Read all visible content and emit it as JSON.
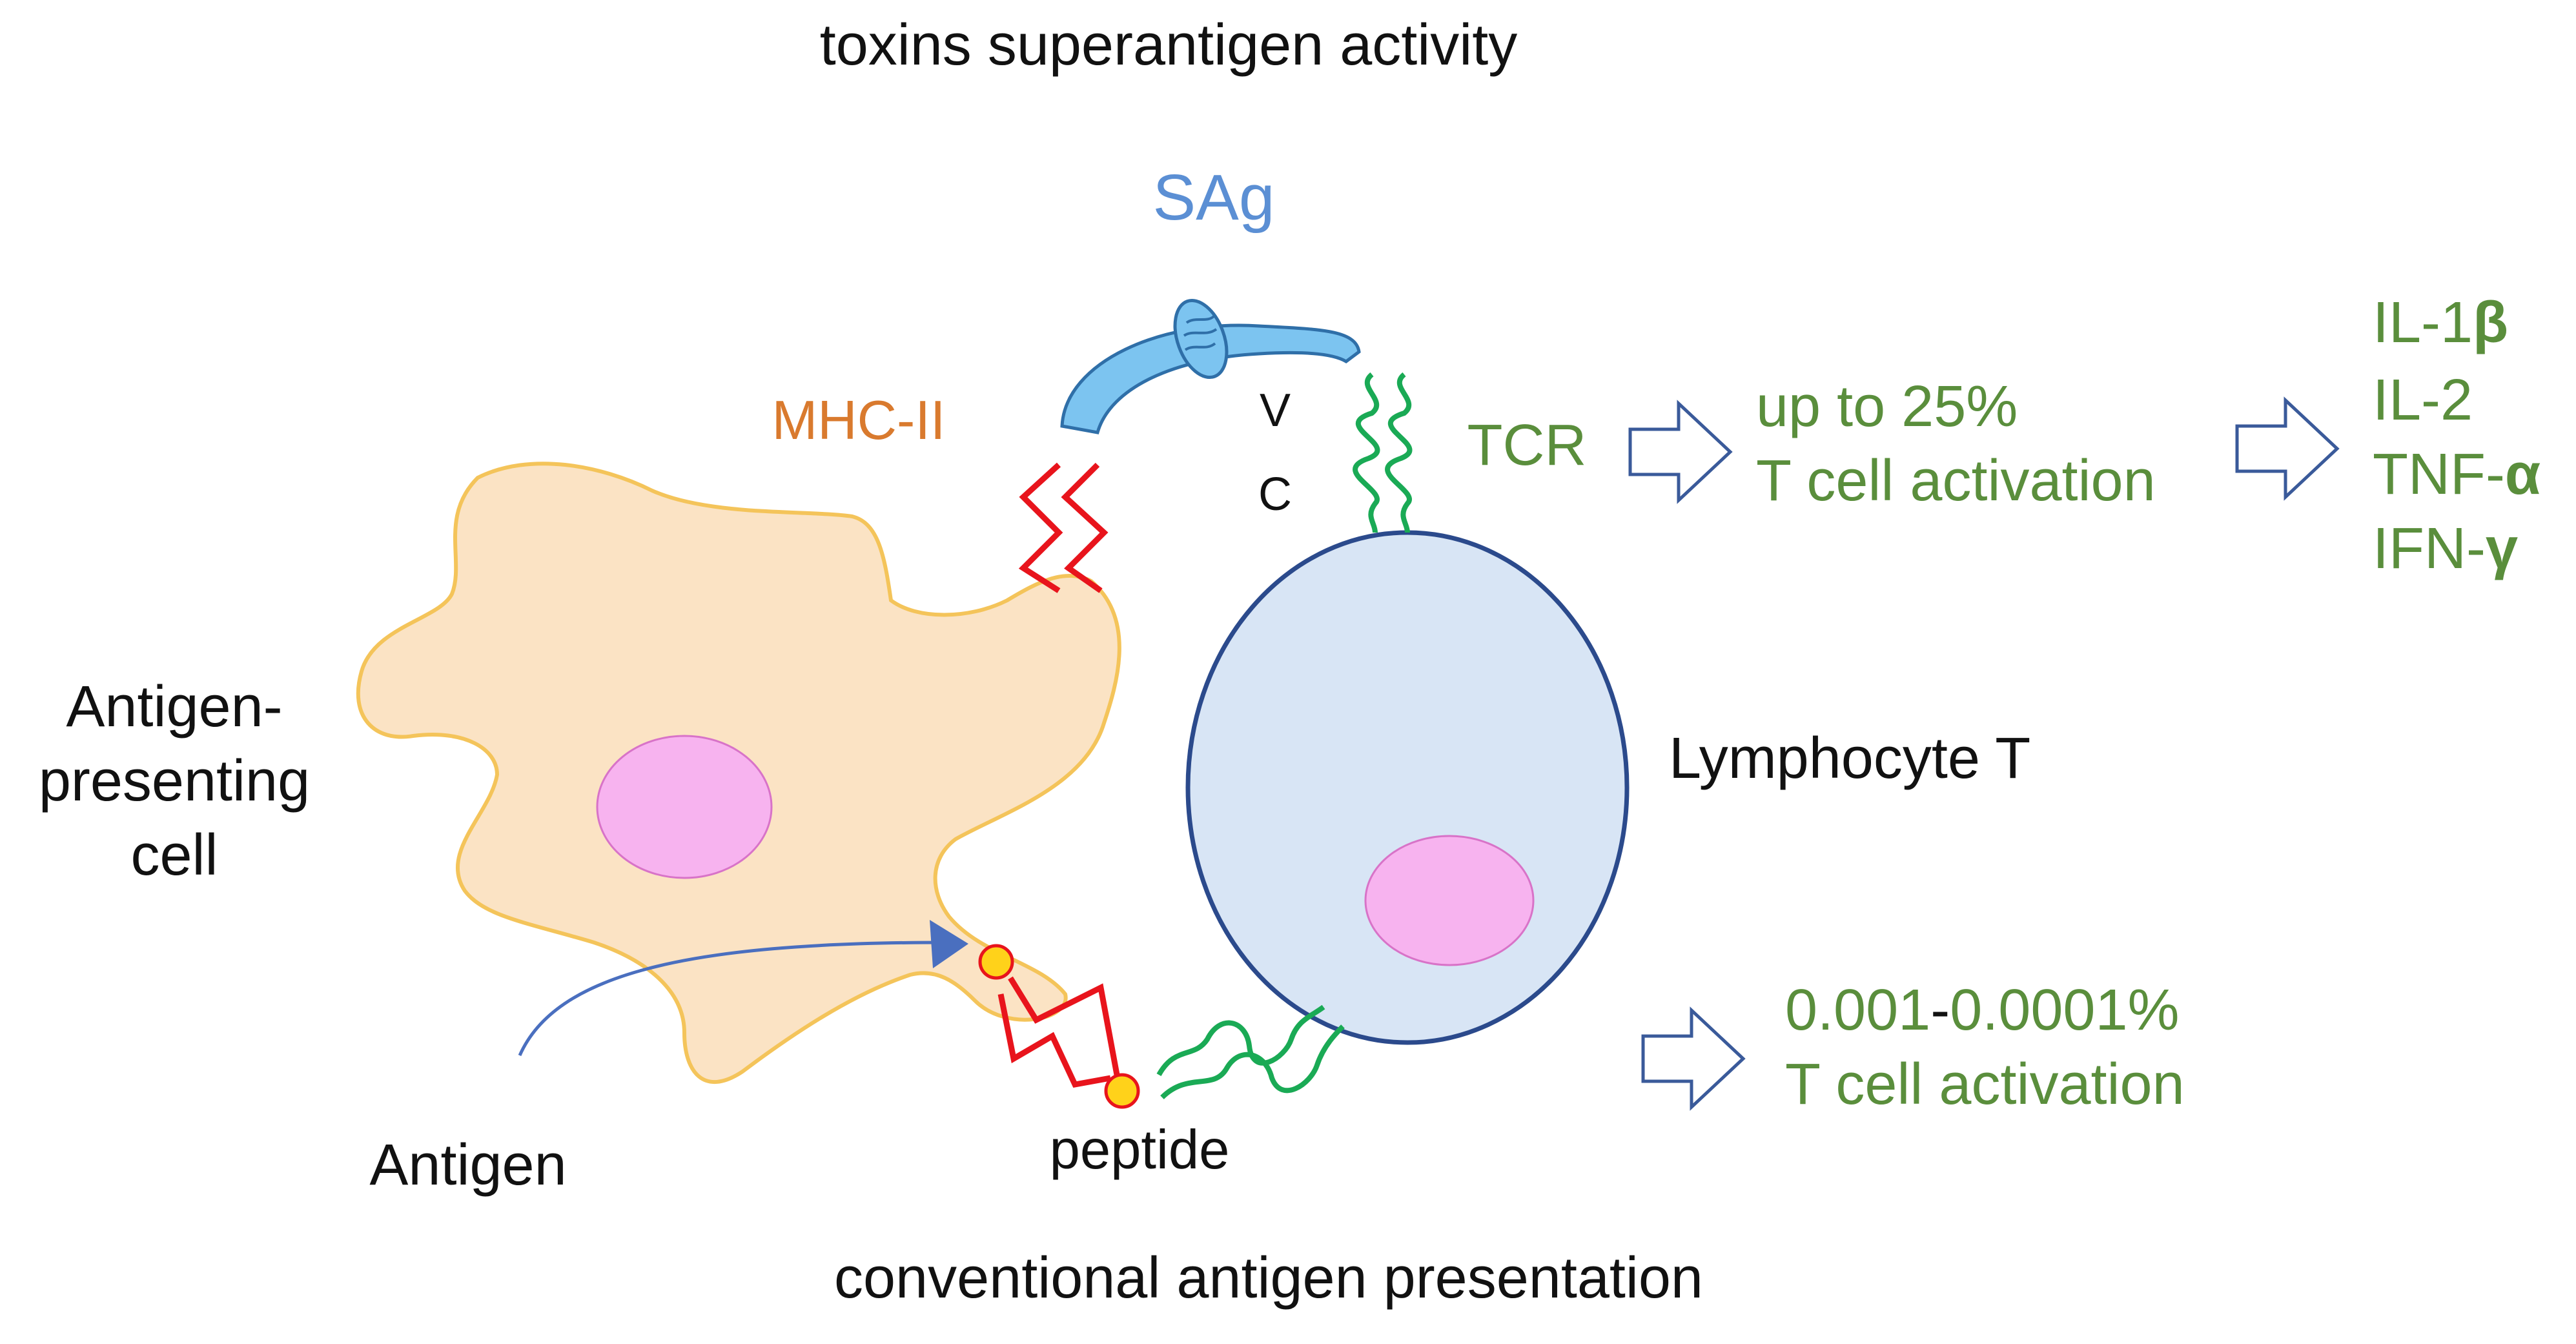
{
  "diagram": {
    "title_top": "toxins superantigen activity",
    "title_bottom": "conventional antigen presentation",
    "sag_label": "SAg",
    "mhc_label": "MHC-II",
    "tcr_label": "TCR",
    "v_label": "V",
    "c_label": "C",
    "apc_label_line1": "Antigen-",
    "apc_label_line2": "presenting",
    "apc_label_line3": "cell",
    "lymphocyte_label": "Lymphocyte T",
    "antigen_label": "Antigen",
    "peptide_label": "peptide",
    "sag_activation_line1": "up to 25%",
    "sag_activation_line2": "T cell activation",
    "conv_activation_line1": "0.001",
    "conv_activation_dash": "-",
    "conv_activation_line1b": "0.0001%",
    "conv_activation_line2": "T cell activation",
    "cytokines": [
      {
        "prefix": "IL-1",
        "suffix": "β"
      },
      {
        "prefix": "IL-2",
        "suffix": ""
      },
      {
        "prefix": "TNF-",
        "suffix": "α"
      },
      {
        "prefix": "IFN-",
        "suffix": "γ"
      }
    ]
  },
  "colors": {
    "apc_fill": "#fbe3c4",
    "apc_stroke": "#f4c45a",
    "nucleus_fill": "#f7b3ef",
    "nucleus_stroke": "#d873c8",
    "tcell_fill": "#d8e5f5",
    "tcell_stroke": "#2b4a8c",
    "mhc": "#e8141c",
    "tcr": "#1aaa55",
    "sag_fill": "#7cc4f0",
    "sag_stroke": "#2f6fa8",
    "arrow_stroke": "#3a5a9a",
    "text_green": "#5a8e3c",
    "text_blue": "#5b8fd4",
    "text_orange": "#d97a2e",
    "peptide_fill": "#ffd21a"
  }
}
